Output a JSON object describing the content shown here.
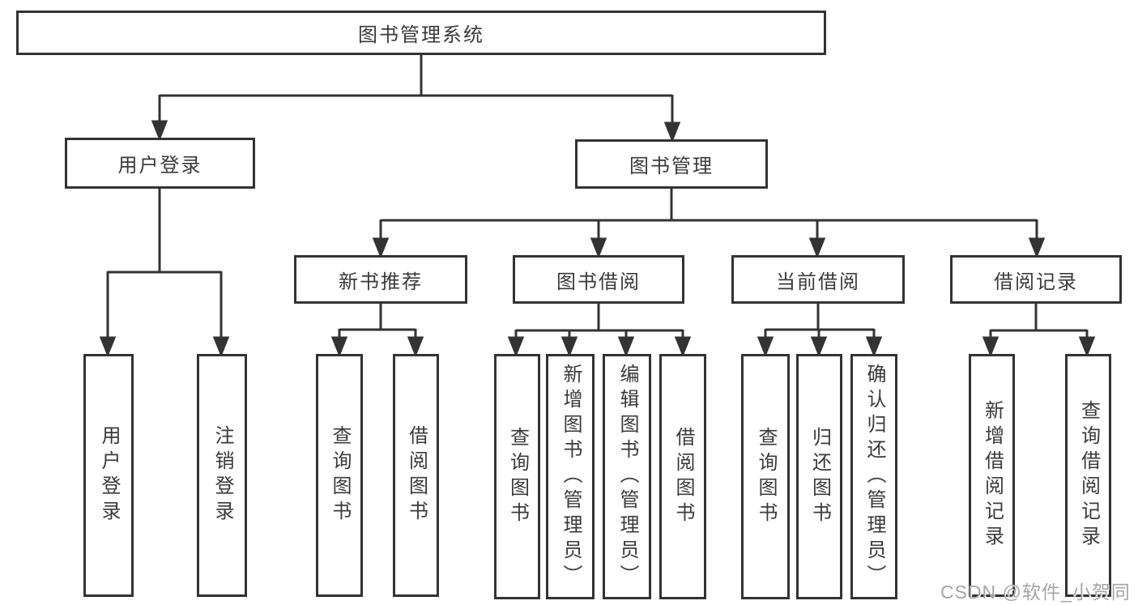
{
  "diagram": {
    "root": {
      "label": "图书管理系统"
    },
    "level2": [
      {
        "label": "用户登录",
        "children": [
          {
            "label": "用户登录"
          },
          {
            "label": "注销登录"
          }
        ]
      },
      {
        "label": "图书管理",
        "children": [
          {
            "label": "新书推荐",
            "children": [
              {
                "label": "查询图书"
              },
              {
                "label": "借阅图书"
              }
            ]
          },
          {
            "label": "图书借阅",
            "children": [
              {
                "label": "查询图书"
              },
              {
                "label": "新增图书（管理员）"
              },
              {
                "label": "编辑图书（管理员）"
              },
              {
                "label": "借阅图书"
              }
            ]
          },
          {
            "label": "当前借阅",
            "children": [
              {
                "label": "查询图书"
              },
              {
                "label": "归还图书"
              },
              {
                "label": "确认归还（管理员）"
              }
            ]
          },
          {
            "label": "借阅记录",
            "children": [
              {
                "label": "新增借阅记录"
              },
              {
                "label": "查询借阅记录"
              }
            ]
          }
        ]
      }
    ],
    "watermark": "CSDN @软件_小贺同学",
    "colors": {
      "line": "#333333",
      "text": "#3a3a3a",
      "watermark": "#a5a5a5",
      "background": "#ffffff"
    }
  }
}
